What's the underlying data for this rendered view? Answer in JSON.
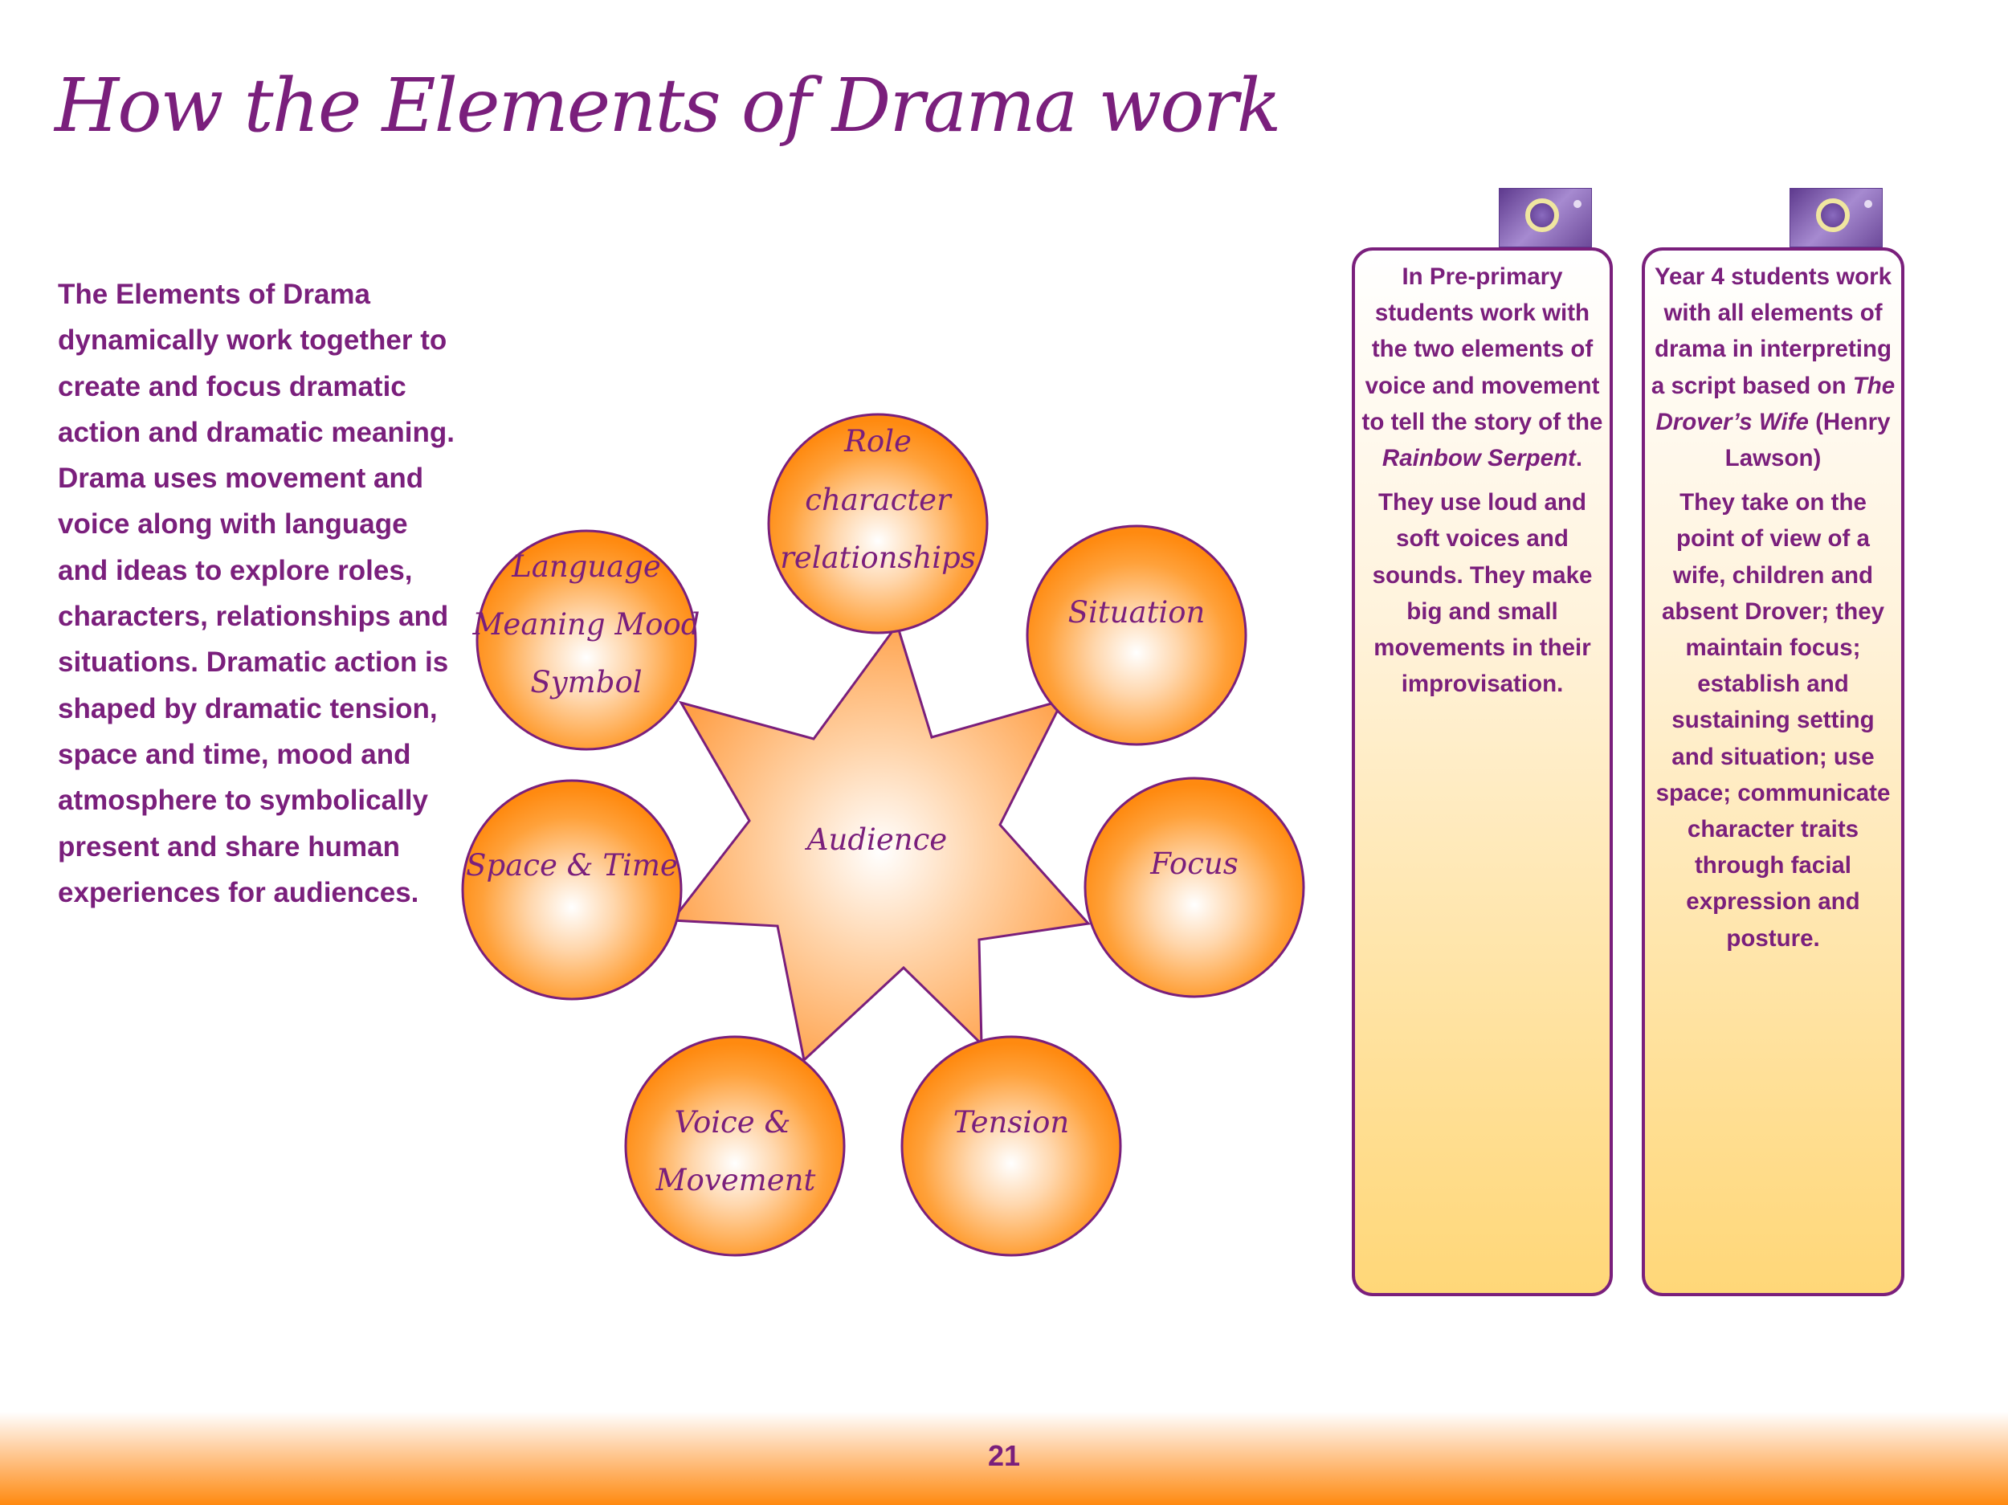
{
  "title": "How the Elements of Drama work",
  "intro": "The Elements of Drama dynamically work together to create and focus dramatic action and dramatic meaning. Drama uses movement and voice along with language and ideas to explore roles, characters, relationships and situations. Dramatic action is shaped by dramatic tension, space and time, mood and atmosphere to symbolically present and share human experiences for audiences.",
  "diagram": {
    "center": "Audience",
    "nodes": {
      "role": [
        "Role",
        "character",
        "relationships"
      ],
      "situation": [
        "Situation"
      ],
      "focus": [
        "Focus"
      ],
      "tension": [
        "Tension"
      ],
      "voice": [
        "Voice &",
        "Movement"
      ],
      "space": [
        "Space & Time"
      ],
      "language": [
        "Language",
        "Meaning Mood",
        "Symbol"
      ]
    }
  },
  "panels": {
    "preprimary": {
      "p1_before": "In Pre-primary students work with the two elements of voice and movement to tell the story of the ",
      "p1_title": "Rainbow Serpent",
      "p1_after": ".",
      "p2": "They use loud and soft voices and sounds. They make big and small movements in their improvisation."
    },
    "year4": {
      "p1_before": "Year 4 students work with all elements of drama in interpreting a script based on ",
      "p1_title": "The Drover’s Wife",
      "p1_after": " (Henry Lawson)",
      "p2": "They take on the point of view of a wife, children and absent Drover; they maintain focus; establish and sustaining setting and situation; use space; communicate character traits through facial expression and posture."
    }
  },
  "colors": {
    "purple": "#7a1f7c",
    "orange": "#ff8a10",
    "panel_yellow": "#ffd778"
  },
  "page_number": "21"
}
